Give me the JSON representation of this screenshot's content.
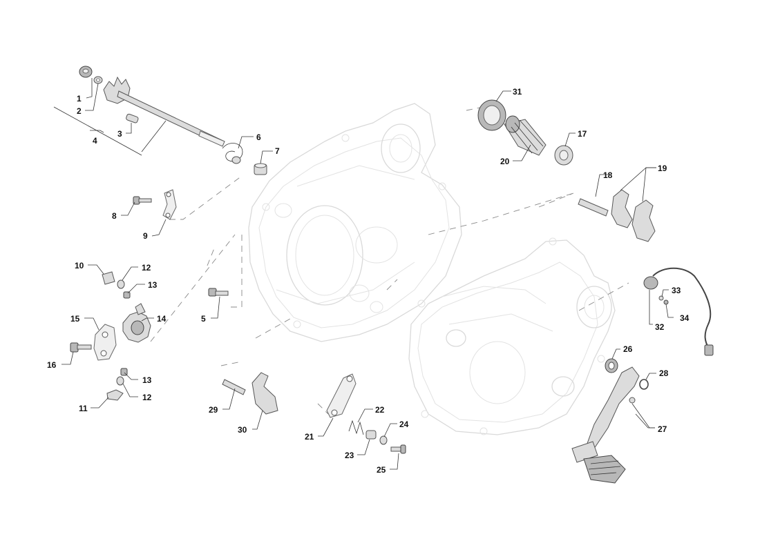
{
  "callouts": {
    "c1": "1",
    "c2": "2",
    "c3": "3",
    "c4": "4",
    "c5": "5",
    "c6": "6",
    "c7": "7",
    "c8": "8",
    "c9": "9",
    "c10": "10",
    "c11": "11",
    "c12a": "12",
    "c12b": "12",
    "c13a": "13",
    "c13b": "13",
    "c14": "14",
    "c15": "15",
    "c16": "16",
    "c17": "17",
    "c18": "18",
    "c19": "19",
    "c20": "20",
    "c21": "21",
    "c22": "22",
    "c23": "23",
    "c24": "24",
    "c25": "25",
    "c26": "26",
    "c27": "27",
    "c28": "28",
    "c29": "29",
    "c30": "30",
    "c31": "31",
    "c32": "32",
    "c33": "33",
    "c34": "34"
  }
}
